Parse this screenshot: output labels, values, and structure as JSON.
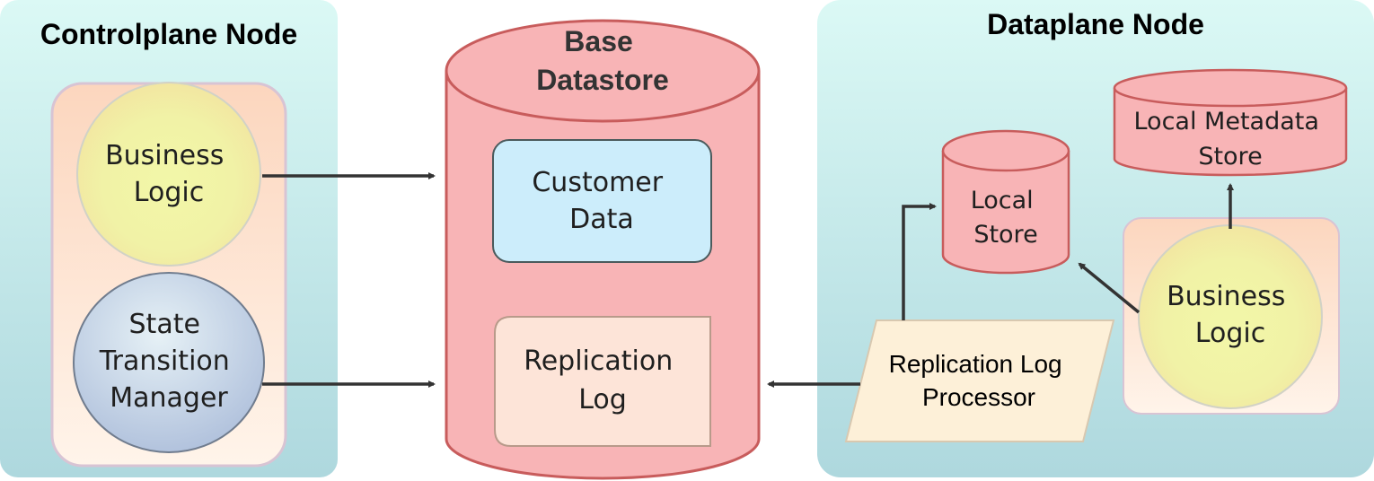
{
  "controlplane": {
    "title": "Controlplane Node",
    "business_logic": [
      "Business",
      "Logic"
    ],
    "state_transition_manager": [
      "State",
      "Transition",
      "Manager"
    ]
  },
  "base_datastore": {
    "title": [
      "Base",
      "Datastore"
    ],
    "customer_data": [
      "Customer",
      "Data"
    ],
    "replication_log": [
      "Replication",
      "Log"
    ]
  },
  "dataplane": {
    "title": "Dataplane Node",
    "local_store": [
      "Local",
      "Store"
    ],
    "local_metadata_store": [
      "Local Metadata",
      "Store"
    ],
    "replication_log_processor": [
      "Replication Log",
      "Processor"
    ],
    "business_logic": [
      "Business",
      "Logic"
    ]
  },
  "colors": {
    "node_panel_top": "#d8f7f3",
    "node_panel_bottom": "#b1dbe0",
    "datastore_fill": "#f8b4b6",
    "datastore_stroke": "#c85c5c",
    "customer_data_fill": "#ccedfb",
    "replication_log_fill": "#fde4d8",
    "business_logic_fill": "#f0f4a8",
    "state_manager_fill": "#b8cce0",
    "processor_fill": "#fdf0d8",
    "arrow": "#333333"
  }
}
